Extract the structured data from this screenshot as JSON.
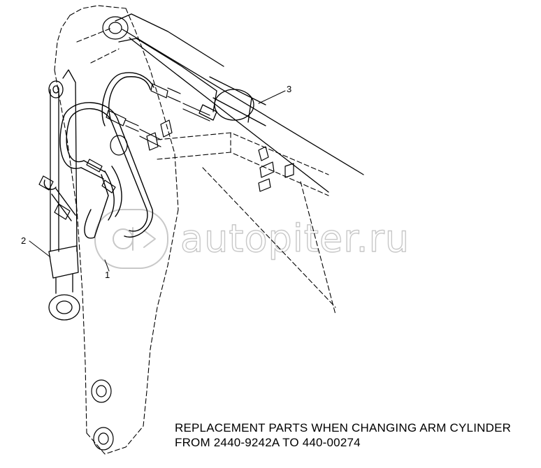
{
  "diagram": {
    "callouts": [
      {
        "id": "1",
        "label": "1"
      },
      {
        "id": "2",
        "label": "2"
      },
      {
        "id": "3",
        "label": "3"
      }
    ],
    "watermark": "autopiter.ru",
    "caption": {
      "line1": "REPLACEMENT PARTS WHEN CHANGING ARM CYLINDER",
      "line2": "FROM 2440-9242A TO 440-00274"
    }
  }
}
